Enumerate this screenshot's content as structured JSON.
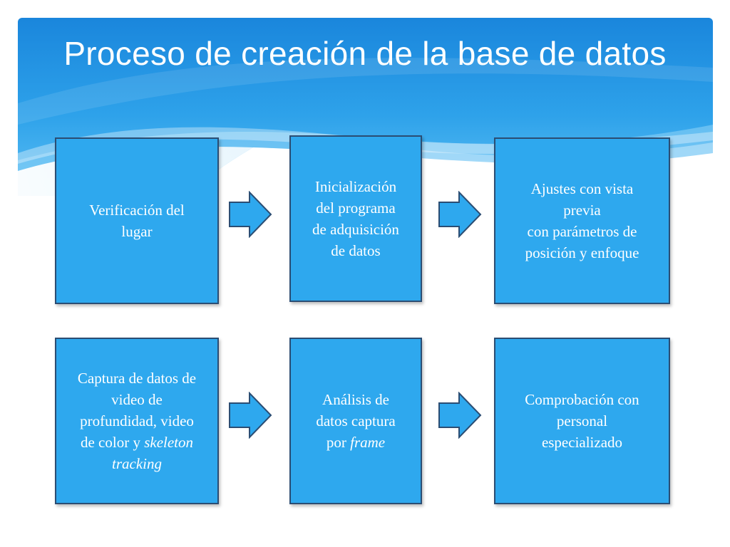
{
  "title": "Proceso de creación de la base de datos",
  "colors": {
    "header_blue": "#1e8fe0",
    "box_fill": "#2ea8ee",
    "box_border": "#2b4d73",
    "arrow_fill": "#2ea8ee",
    "text": "#ffffff"
  },
  "steps": [
    {
      "text": "Verificación del\nlugar"
    },
    {
      "text": "Inicialización\ndel programa\nde adquisición\nde datos"
    },
    {
      "text": "Ajustes con vista\nprevia\ncon parámetros de\nposición y enfoque"
    },
    {
      "text_parts": [
        "Captura de datos de\nvideo de\nprofundidad, video\nde color y ",
        "skeleton\ntracking"
      ]
    },
    {
      "text_parts": [
        "Análisis de\ndatos captura\npor ",
        "frame"
      ]
    },
    {
      "text": "Comprobación con\npersonal\nespecializado"
    }
  ],
  "arrows": [
    "right-arrow-icon",
    "right-arrow-icon",
    "right-arrow-icon",
    "right-arrow-icon"
  ]
}
